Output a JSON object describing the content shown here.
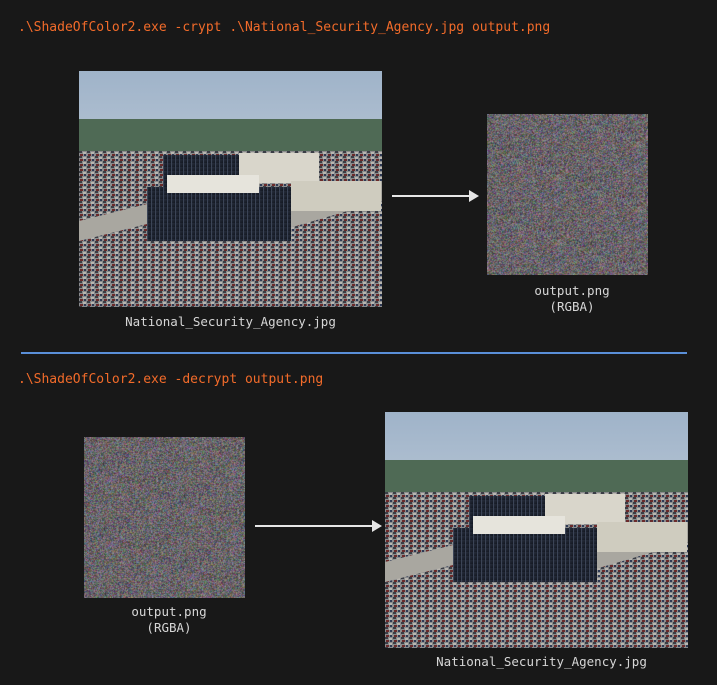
{
  "encrypt": {
    "command": ".\\ShadeOfColor2.exe -crypt .\\National_Security_Agency.jpg output.png",
    "input_caption": "National_Security_Agency.jpg",
    "output_caption": "output.png",
    "output_subcaption": "(RGBA)"
  },
  "decrypt": {
    "command": ".\\ShadeOfColor2.exe -decrypt output.png",
    "input_caption": "output.png",
    "input_subcaption": "(RGBA)",
    "output_caption": "National_Security_Agency.jpg"
  },
  "colors": {
    "command": "#f26b2a",
    "caption": "#d6d6d6",
    "divider": "#5a8fd8",
    "arrow": "#e6e6e6",
    "background": "#181818"
  }
}
